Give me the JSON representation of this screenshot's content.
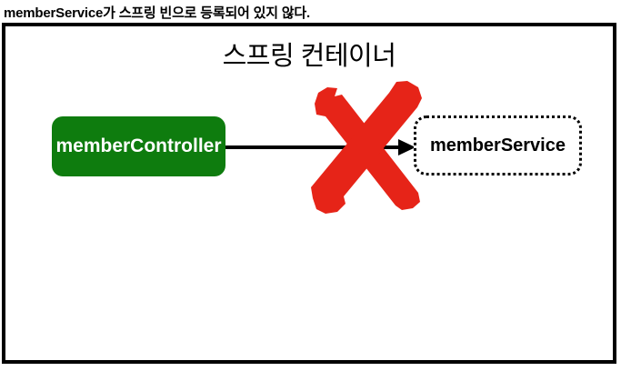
{
  "caption": "memberService가 스프링 빈으로 등록되어 있지 않다.",
  "diagram": {
    "title": "스프링 컨테이너",
    "nodes": [
      {
        "id": "memberController",
        "label": "memberController",
        "style": "solid",
        "fill": "#0e7c0e",
        "text_color": "#ffffff"
      },
      {
        "id": "memberService",
        "label": "memberService",
        "style": "dotted",
        "fill": "#ffffff",
        "text_color": "#000000"
      }
    ],
    "edge": {
      "from": "memberController",
      "to": "memberService",
      "status": "blocked",
      "marker": "error-x"
    },
    "colors": {
      "error_red": "#e62418",
      "node_green": "#0e7c0e",
      "border_black": "#000000",
      "background": "#ffffff"
    }
  }
}
